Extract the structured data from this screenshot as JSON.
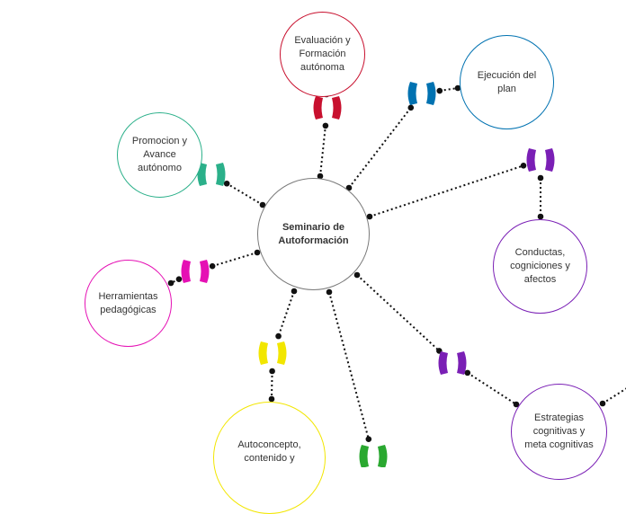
{
  "center": {
    "label": "Seminario de\nAutoformación",
    "color": "#7a7a7a"
  },
  "nodes": [
    {
      "id": "evaluacion",
      "label": "Evaluación y\nFormación\nautónoma",
      "color": "#c8102e"
    },
    {
      "id": "ejecucion",
      "label": "Ejecución del\nplan",
      "color": "#0072b1"
    },
    {
      "id": "conductas",
      "label": "Conductas,\ncogniciones y\nafectos",
      "color": "#7a1fb5"
    },
    {
      "id": "estrategias",
      "label": "Estrategias\ncognitivas y\nmeta cognitivas",
      "color": "#7a1fb5"
    },
    {
      "id": "autoconcepto",
      "label": "Autoconcepto,\ncontenido y",
      "color": "#f2e600"
    },
    {
      "id": "herramientas",
      "label": "Herramientas\npedagógicas",
      "color": "#e510b4"
    },
    {
      "id": "promocion",
      "label": "Promocion y\nAvance\nautónomo",
      "color": "#2bb08a"
    }
  ],
  "connectors": [
    {
      "id": "evaluacion",
      "color": "#c8102e"
    },
    {
      "id": "ejecucion",
      "color": "#0072b1"
    },
    {
      "id": "conductas",
      "color": "#7a1fb5"
    },
    {
      "id": "estrategias",
      "color": "#7a1fb5"
    },
    {
      "id": "autoconcepto",
      "color": "#f2e600"
    },
    {
      "id": "bottom",
      "color": "#2aa830"
    },
    {
      "id": "herramientas",
      "color": "#e510b4"
    },
    {
      "id": "promocion",
      "color": "#2bb08a"
    }
  ]
}
